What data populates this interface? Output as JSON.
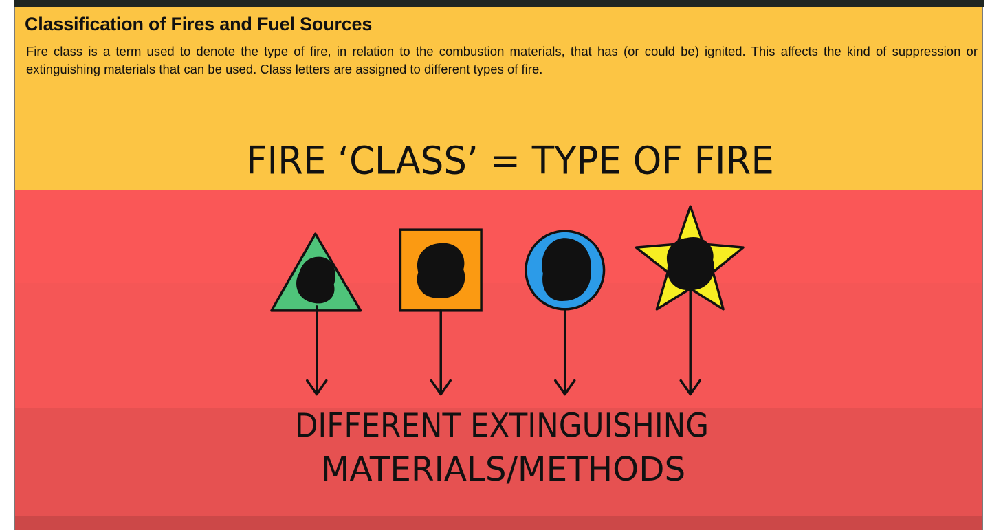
{
  "header": {
    "title": "Classification of Fires and Fuel Sources",
    "description": "Fire class  is a term used to denote the type of  fire, in relation to the combustion materials, that has (or could be) ignited. This affects the kind of suppression or extinguishing materials that can be used.  Class letters are assigned to different types of fire."
  },
  "diagram": {
    "headline": "FIRE ‘CLASS’ = TYPE OF FIRE",
    "caption_line1": "DIFFERENT EXTINGUISHING",
    "caption_line2": "MATERIALS/METHODS",
    "symbols": [
      {
        "shape": "triangle",
        "color": "#4fc47a"
      },
      {
        "shape": "square",
        "color": "#fb9a12"
      },
      {
        "shape": "circle",
        "color": "#2c9be8"
      },
      {
        "shape": "star",
        "color": "#f7ee22"
      }
    ]
  },
  "colors": {
    "header_background": "#fcc544",
    "diagram_background": "#fa5757",
    "ink": "#111111"
  }
}
